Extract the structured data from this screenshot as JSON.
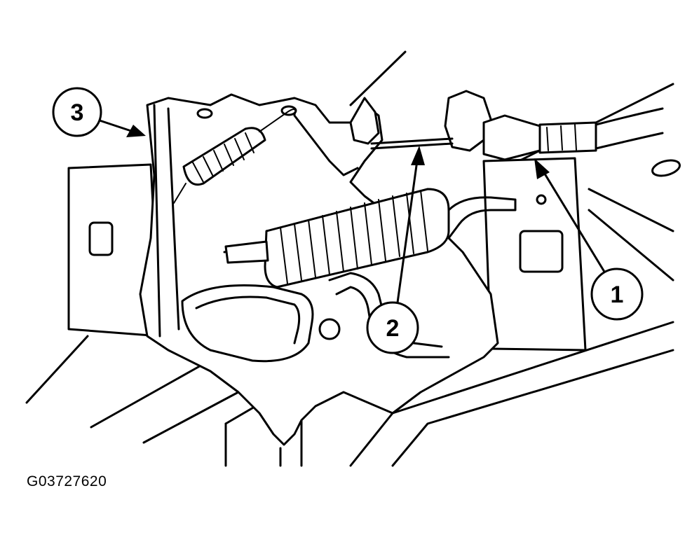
{
  "figure_code": "G03727620",
  "callouts": [
    {
      "label": "1"
    },
    {
      "label": "2"
    },
    {
      "label": "3"
    }
  ]
}
